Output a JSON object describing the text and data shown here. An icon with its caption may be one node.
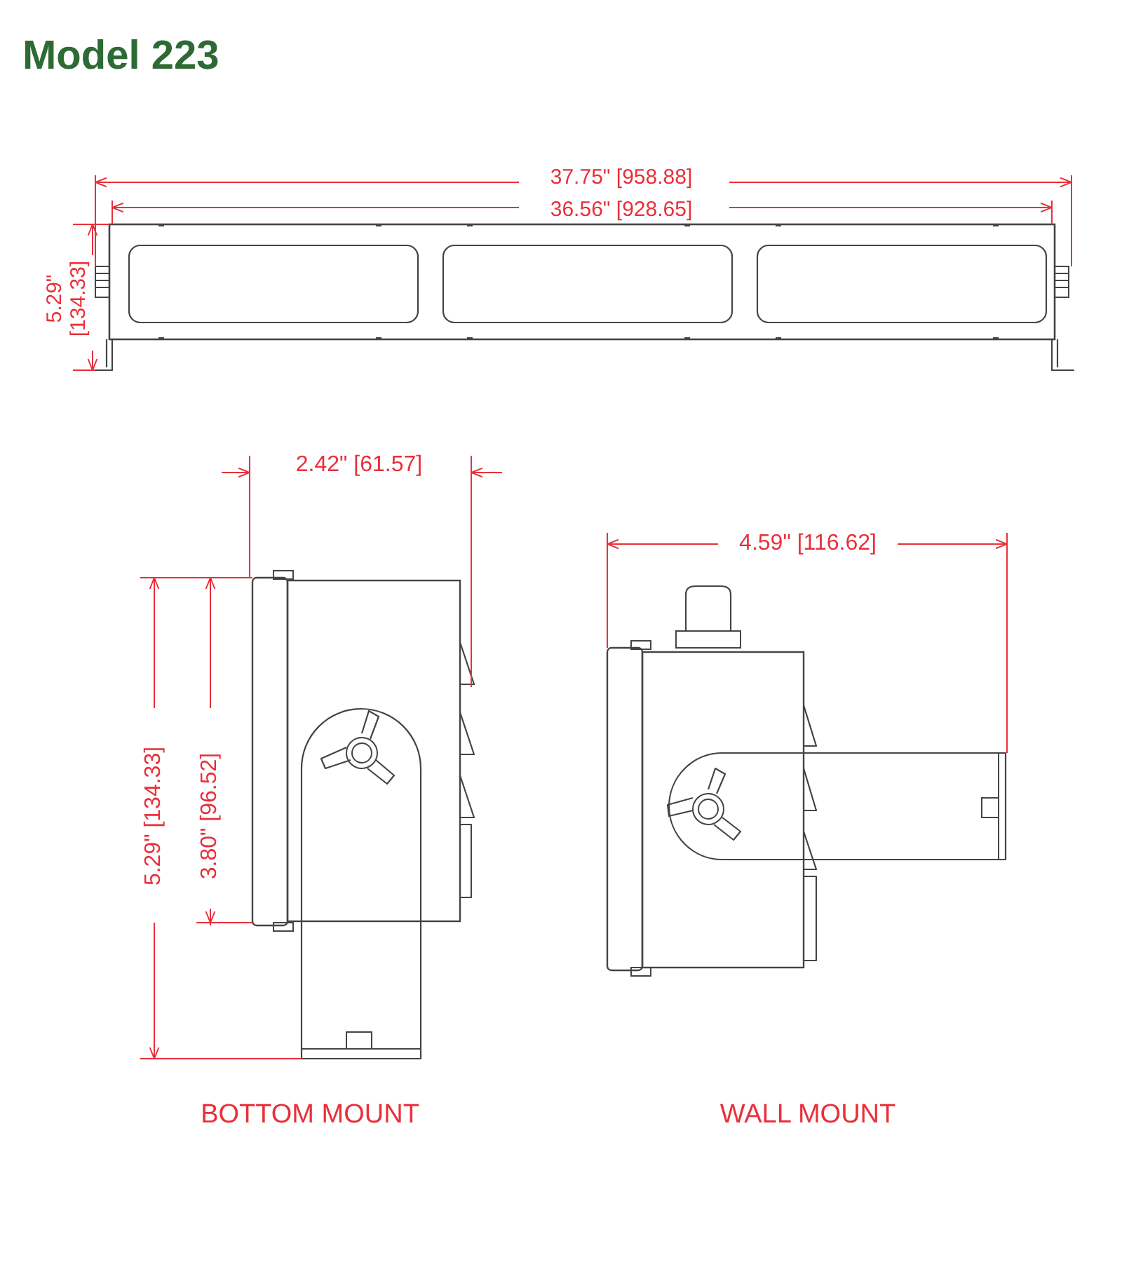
{
  "diagram": {
    "title": "Model 223",
    "labels": [
      "37.75\" [958.88]",
      "36.56\" [928.65]",
      "5.29\" [134.33]",
      "2.42\" [61.57]",
      "4.59\" [116.62]",
      "3.80\" [96.52]",
      "5.29\" [134.33]",
      "BOTTOM MOUNT",
      "WALL MOUNT"
    ]
  }
}
